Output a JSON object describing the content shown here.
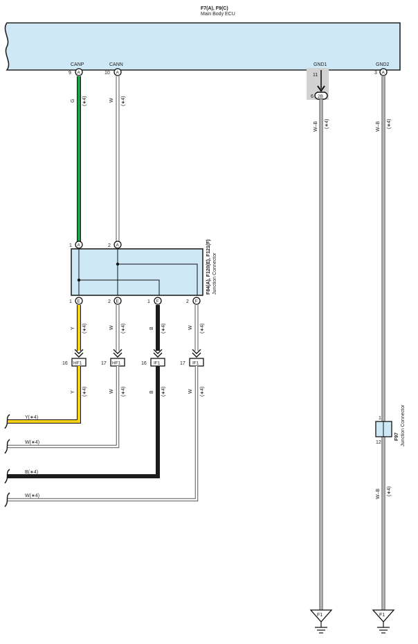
{
  "ecu": {
    "ref": "F7(A), F9(C)",
    "name": "Main Body ECU",
    "pins": {
      "canp": {
        "label": "CANP",
        "num": "9",
        "conn": "A"
      },
      "cann": {
        "label": "CANN",
        "num": "10",
        "conn": "A"
      },
      "gnd1": {
        "label": "GND1",
        "num": "11"
      },
      "gnd2": {
        "label": "GND2",
        "num": "3",
        "conn": "A"
      }
    }
  },
  "inline_connector": {
    "num": "6",
    "conn": "2B"
  },
  "junction_connector": {
    "ref": "F84(A), F120(E), F121(F)",
    "name": "Junction Connector",
    "top_pins": [
      {
        "num": "1",
        "conn": "A"
      },
      {
        "num": "2",
        "conn": "A"
      }
    ],
    "bottom_pins": [
      {
        "num": "1",
        "conn": "E"
      },
      {
        "num": "2",
        "conn": "E"
      },
      {
        "num": "1",
        "conn": "F"
      },
      {
        "num": "2",
        "conn": "F"
      }
    ]
  },
  "harness_connectors": [
    {
      "num": "16",
      "conn": "HF1"
    },
    {
      "num": "17",
      "conn": "HF1"
    },
    {
      "num": "16",
      "conn": "IF1"
    },
    {
      "num": "17",
      "conn": "IF1"
    }
  ],
  "f97": {
    "ref": "F97",
    "name": "Junction Connector",
    "pin_top": "1",
    "pin_bottom": "12"
  },
  "wire_labels": {
    "g": "G",
    "w": "W",
    "y": "Y",
    "b": "B",
    "wb": "W–B",
    "sig": "(∗4)"
  },
  "offsheet": [
    {
      "label": "Y(∗4)",
      "color": "#f7d117"
    },
    {
      "label": "W(∗4)",
      "color": "#ffffff"
    },
    {
      "label": "B(∗4)",
      "color": "#1c1c1c"
    },
    {
      "label": "W(∗4)",
      "color": "#ffffff"
    }
  ],
  "grounds": [
    {
      "label": "F1"
    },
    {
      "label": "F1"
    }
  ],
  "colors": {
    "ecu_fill": "#cfe8f6",
    "junction_fill": "#cfe8f6",
    "green": "#1aa14a",
    "yellow": "#f7d117",
    "black": "#1c1c1c",
    "shade": "#d2d2d2"
  }
}
